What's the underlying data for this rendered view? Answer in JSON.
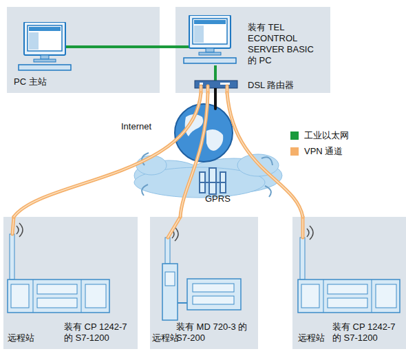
{
  "diagram": {
    "nodes": [
      {
        "text": [
          "PC 主站"
        ]
      },
      {
        "text": [
          "装有 TEL ECONTROL SERVER BASIC 的 PC",
          "DSL 路由器"
        ]
      },
      {
        "text": [
          "Internet",
          "GPRS"
        ]
      },
      {
        "text": [
          "装有 CP 1242-7 的 S7-1200",
          "远程站"
        ]
      },
      {
        "text": [
          "装有 MD 720-3 的 S7-200",
          "远程站"
        ]
      },
      {
        "text": [
          "装有 CP 1242-7 的 S7-1200",
          "远程站"
        ]
      }
    ],
    "edges": [
      {
        "from": 0,
        "to": 1,
        "arrow": "none"
      },
      {
        "from": 1,
        "to": 2,
        "arrow": "none"
      },
      {
        "from": 1,
        "to": 3,
        "arrow": "none"
      },
      {
        "from": 1,
        "to": 4,
        "arrow": "none"
      },
      {
        "from": 1,
        "to": 5,
        "arrow": "none"
      }
    ],
    "legend": [
      {
        "text": "工业以太网",
        "color": "#1a9a3c"
      },
      {
        "text": "VPN 通道",
        "color": "#f5b06a"
      }
    ]
  }
}
